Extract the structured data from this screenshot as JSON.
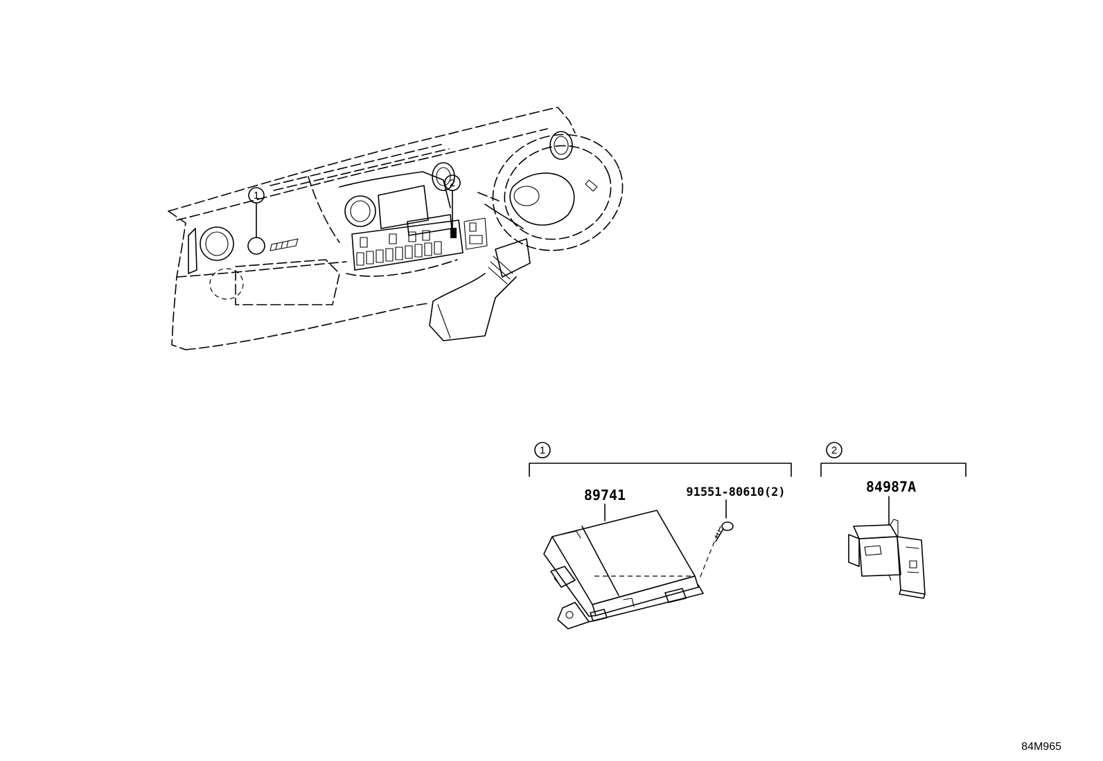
{
  "callouts": {
    "one": "1",
    "two": "2"
  },
  "groups": [
    {
      "callout": "1",
      "parts": {
        "module": "89741",
        "screw": "91551-80610(2)"
      }
    },
    {
      "callout": "2",
      "parts": {
        "switch": "84987A"
      }
    }
  ],
  "diagram_code": "84M965"
}
